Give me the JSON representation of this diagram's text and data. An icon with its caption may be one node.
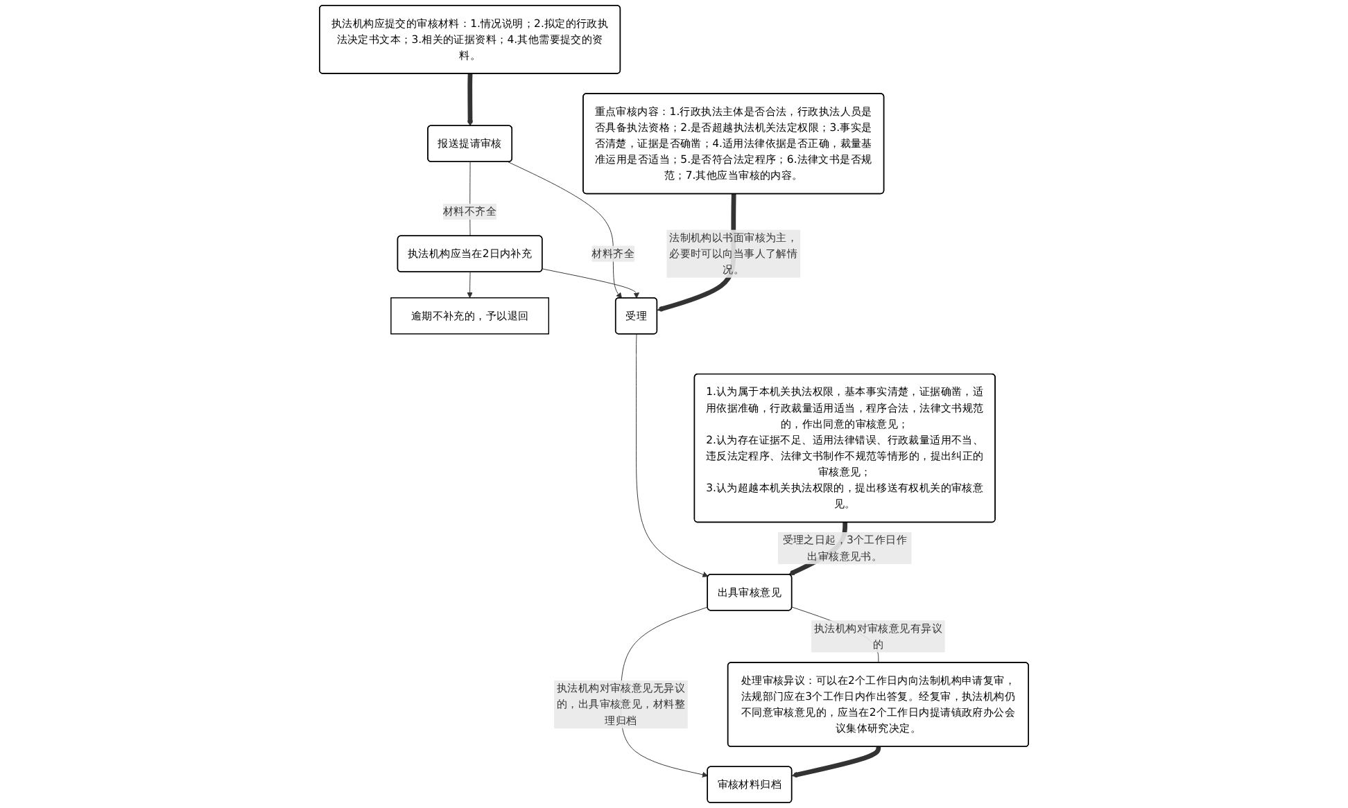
{
  "diagram": {
    "nodes": [
      {
        "text": [
          "报送提请审核"
        ]
      },
      {
        "text": [
          "执法机构应提交的审核材料：1.情况说明；2.拟定的行政执法决定书文本；3.相关的证据资料；4.其他需要提交的资料。"
        ]
      },
      {
        "text": [
          "执法机构应当在2日内补充"
        ]
      },
      {
        "text": [
          "逾期不补充的，予以退回"
        ]
      },
      {
        "text": [
          "受理"
        ]
      },
      {
        "text": [
          "重点审核内容：1.行政执法主体是否合法，行政执法人员是否具备执法资格；2.是否超越执法机关法定权限；3.事实是否清楚，证据是否确凿；4.适用法律依据是否正确，裁量基准运用是否适当；5.是否符合法定程序；6.法律文书是否规范；7.其他应当审核的内容。"
        ]
      },
      {
        "text": [
          "出具审核意见"
        ]
      },
      {
        "text": [
          "1.认为属于本机关执法权限，基本事实清楚，证据确凿，适用依据准确，行政裁量适用适当，程序合法，法律文书规范的，作出同意的审核意见；",
          "2.认为存在证据不足、适用法律错误、行政裁量适用不当、违反法定程序、法律文书制作不规范等情形的，提出纠正的审核意见；",
          "3.认为超越本机关执法权限的，提出移送有权机关的审核意见。"
        ]
      },
      {
        "text": [
          "处理审核异议：可以在2个工作日内向法制机构申请复审，法规部门应在3个工作日内作出答复。经复审，执法机构仍不同意审核意见的，应当在2个工作日内提请镇政府办公会议集体研究决定。"
        ]
      },
      {
        "text": [
          "审核材料归档"
        ]
      }
    ],
    "edges": [
      {
        "from": 1,
        "to": 0,
        "arrow": "to",
        "style": "thick"
      },
      {
        "from": 0,
        "to": 4,
        "arrow": "to",
        "label": "材料齐全"
      },
      {
        "from": 0,
        "to": 2,
        "arrow": "none",
        "label": "材料不齐全"
      },
      {
        "from": 2,
        "to": 3,
        "arrow": "to"
      },
      {
        "from": 2,
        "to": 4,
        "arrow": "to"
      },
      {
        "from": 5,
        "to": 4,
        "arrow": "to",
        "style": "thick",
        "label": "法制机构以书面审核为主，必要时可以向当事人了解情况。"
      },
      {
        "from": 4,
        "to": 6,
        "arrow": "to"
      },
      {
        "from": 7,
        "to": 6,
        "arrow": "to",
        "style": "thick",
        "label": "受理之日起，3个工作日作出审核意见书。"
      },
      {
        "from": 6,
        "to": 9,
        "arrow": "to",
        "label": "执法机构对审核意见无异议的，出具审核意见，材料整理归档"
      },
      {
        "from": 6,
        "to": 8,
        "arrow": "none",
        "label": "执法机构对审核意见有异议的"
      },
      {
        "from": 8,
        "to": 9,
        "arrow": "to",
        "style": "thick"
      }
    ]
  }
}
